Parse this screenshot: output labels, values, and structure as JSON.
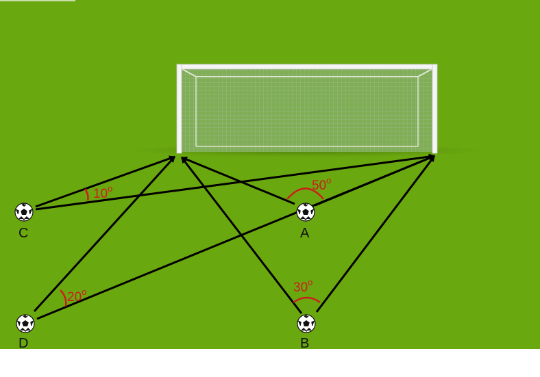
{
  "colors": {
    "field": "#6aa80f",
    "arrow": "#000000",
    "angle": "#cc1d1d",
    "goal_frame": "#f5f5f5"
  },
  "icons": {
    "ball": "soccer-ball-icon",
    "goal": "goal-net-icon"
  },
  "players": [
    {
      "id": "A",
      "label": "A"
    },
    {
      "id": "B",
      "label": "B"
    },
    {
      "id": "C",
      "label": "C"
    },
    {
      "id": "D",
      "label": "D"
    }
  ],
  "angles": [
    {
      "player": "C",
      "value": "10",
      "degree_mark": "o"
    },
    {
      "player": "A",
      "value": "50",
      "degree_mark": "o"
    },
    {
      "player": "D",
      "value": "20",
      "degree_mark": "o"
    },
    {
      "player": "B",
      "value": "30",
      "degree_mark": "o"
    }
  ]
}
